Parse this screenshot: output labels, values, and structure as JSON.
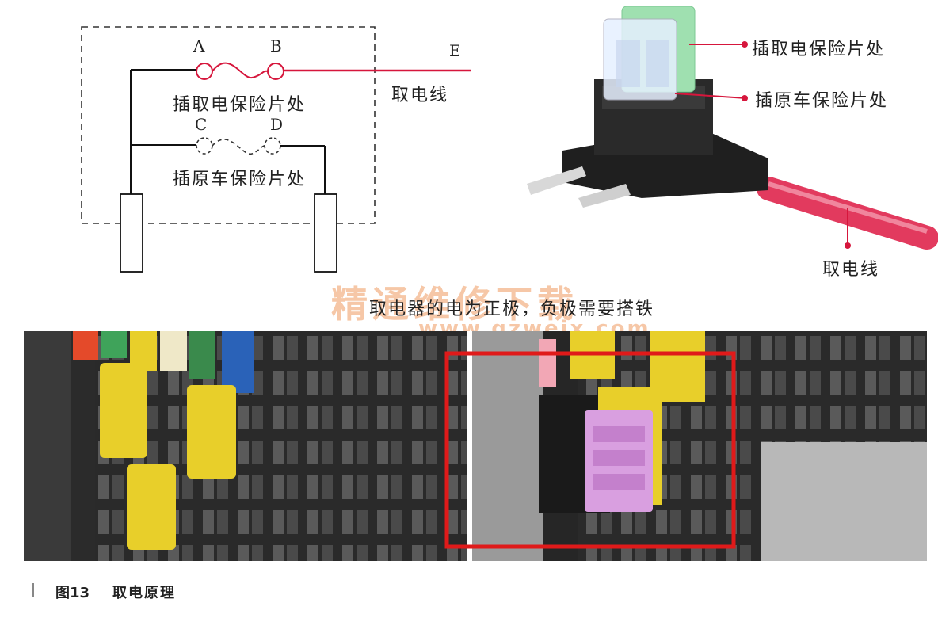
{
  "schematic": {
    "point_a": "A",
    "point_b": "B",
    "point_c": "C",
    "point_d": "D",
    "point_e": "E",
    "label_tap_fuse": "插取电保险片处",
    "label_orig_fuse": "插原车保险片处",
    "label_tap_wire": "取电线"
  },
  "photo_callouts": {
    "tap_fuse": "插取电保险片处",
    "orig_fuse": "插原车保险片处",
    "tap_wire": "取电线"
  },
  "note": "取电器的电为正极，负极需要搭铁",
  "watermark": {
    "text": "精通维修下载",
    "url": "www.gzweix.com"
  },
  "caption": {
    "figure": "图13",
    "title": "取电原理"
  },
  "colors": {
    "wire_red": "#d6163c",
    "highlight_red": "#e01a1a",
    "watermark": "#f3b58a",
    "fuse_green": "#9fe0b0",
    "fuse_purple": "#d99fe0",
    "fuse_yellow": "#e8cf2a"
  }
}
